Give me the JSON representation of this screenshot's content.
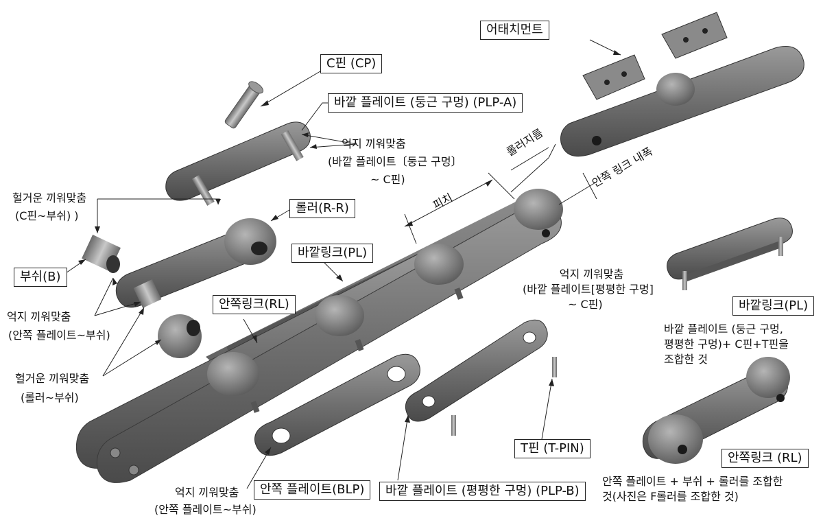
{
  "labels": {
    "attachment": "어태치먼트",
    "c_pin": "C핀 (CP)",
    "outer_plate_round": "바깥 플레이트 (둥근 구멍) (PLP-A)",
    "press_fit_1_line1": "억지 끼워맞춤",
    "press_fit_1_line2": "(바깥 플레이트〔둥근 구멍〕",
    "press_fit_1_line3": "~ C핀)",
    "roller_dia": "롤러지름",
    "inner_width": "안쪽 링크 내폭",
    "pitch": "피치",
    "loose_fit_1_line1": "헐거운 끼워맞춤",
    "loose_fit_1_line2": "(C핀~부쉬) )",
    "roller": "롤러(R-R)",
    "bush": "부쉬(B)",
    "outer_link_main": "바깥링크(PL)",
    "press_fit_2_line1": "억지 끼워맞춤",
    "press_fit_2_line2": "(바깥 플레이트[평평한 구멍]",
    "press_fit_2_line3": "~ C핀)",
    "press_fit_3_line1": "억지 끼워맞춤",
    "press_fit_3_line2": "(안쪽 플레이트~부쉬)",
    "inner_link_main": "안쪽링크(RL)",
    "outer_link_side": "바깥링크(PL)",
    "outer_link_desc_line1": "바깥 플레이트 (둥근 구멍,",
    "outer_link_desc_line2": "평평한 구멍)+ C핀+T핀을",
    "outer_link_desc_line3": "조합한 것",
    "loose_fit_2_line1": "헐거운 끼워맞춤",
    "loose_fit_2_line2": "(롤러~부쉬)",
    "t_pin": "T핀  (T-PIN)",
    "inner_link_side": "안쪽링크  (RL)",
    "inner_link_desc_line1": "안쪽 플레이트 + 부쉬 + 롤러를 조합한",
    "inner_link_desc_line2": "것(사진은 F롤러를 조합한 것)",
    "press_fit_4_line1": "억지 끼워맞춤",
    "press_fit_4_line2": "(안쪽 플레이트~부쉬)",
    "inner_plate": "안쪽 플레이트(BLP)",
    "outer_plate_flat": "바깥 플레이트  (평평한 구멍) (PLP-B)"
  },
  "colors": {
    "metal_dark": "#5a5a5a",
    "metal_mid": "#7c7c7c",
    "metal_light": "#a8a8a8",
    "line": "#222222"
  }
}
